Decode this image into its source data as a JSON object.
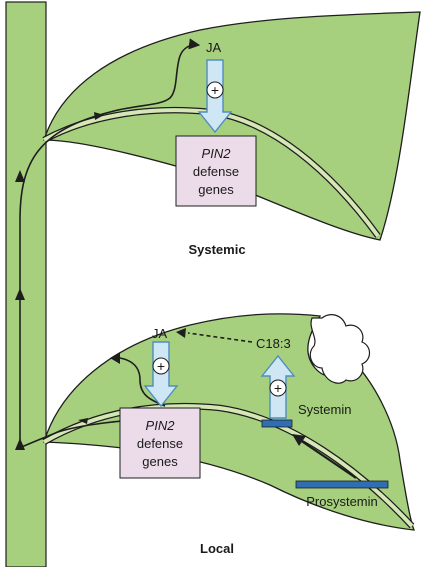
{
  "colors": {
    "leaf_fill": "#a7d07e",
    "leaf_stroke": "#1e1e1e",
    "stem_fill": "#a7d07e",
    "vein_fill": "#d6e7b6",
    "box_fill": "#ecdce9",
    "arrow_fill": "#cfe6f4",
    "arrow_stroke": "#4e8dc0",
    "bar_fill": "#2f6eb3",
    "line": "#1e1e1e"
  },
  "systemic": {
    "caption": "Systemic",
    "hormone": "JA",
    "plus": "+",
    "gene_line1": "PIN2",
    "gene_line2": "defense",
    "gene_line3": "genes"
  },
  "local": {
    "caption": "Local",
    "hormone": "JA",
    "plus": "+",
    "gene_line1": "PIN2",
    "gene_line2": "defense",
    "gene_line3": "genes",
    "precursor_fa": "C18:3",
    "plus2": "+",
    "peptide": "Systemin",
    "precursor_protein": "Prosystemin"
  }
}
